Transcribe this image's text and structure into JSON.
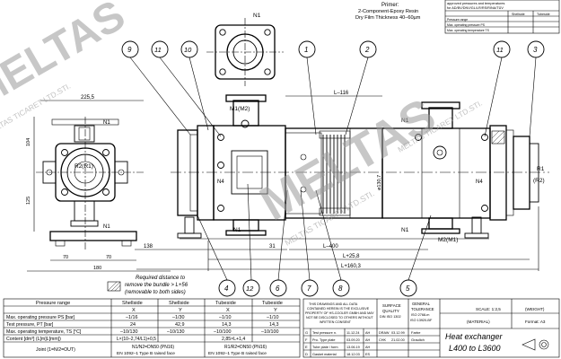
{
  "primer": {
    "title": "Primer:",
    "line1": "2-Component-Epoxy Resin",
    "line2": "Dry Film Thickness 40–60µm"
  },
  "approval_box": {
    "line1": "approved pressures and temperatures",
    "line2": "for AD/BV/DNV/GL/LR/RS/RINA/TÜV",
    "header_cols": [
      "",
      "Shellside",
      "Tubeside"
    ],
    "rows": [
      {
        "label": "Pressure range",
        "shell": "",
        "tube": ""
      },
      {
        "label": "Max. operating pressure PS",
        "shell": "",
        "tube": ""
      },
      {
        "label": "Max. operating temperature TS",
        "shell": "",
        "tube": ""
      }
    ]
  },
  "balloons": [
    "1",
    "2",
    "3",
    "4",
    "5",
    "6",
    "7",
    "8",
    "9",
    "10",
    "11",
    "11",
    "12"
  ],
  "labels": {
    "n1_top": "N1",
    "n1_left": "N1",
    "n1_left_bottom": "N1",
    "n1_mid_bottom": "N1",
    "n1_right_top": "N1",
    "n1_right_bottom": "N1",
    "m1m2": "M1(M2)",
    "m2m1": "M2(M1)",
    "r2r1": "R2(R1)",
    "r1": "R1",
    "r2": "(R2)",
    "n4_left": "N4",
    "n4_right": "N4",
    "diameter": "ø130,7"
  },
  "dimensions": {
    "d225": "225,5",
    "d104": "104",
    "d125": "125",
    "d70a": "70",
    "d70b": "70",
    "d180": "180",
    "d138": "138",
    "d31": "31",
    "l116": "L–116",
    "l400": "L–400",
    "l258": "L+25,8",
    "l1603": "L+160,3"
  },
  "removal_note": {
    "line1": "Required distance to",
    "line2": "remove the bundle > L+56",
    "line3": "(removable to both sides)"
  },
  "spec_table": {
    "header": [
      "Pressure range",
      "Shellside",
      "Shellside",
      "Tubeside",
      "Tubeside"
    ],
    "subheader": [
      "",
      "X",
      "Y",
      "X",
      "Y"
    ],
    "rows": [
      [
        "Max. operating pressure PS [bar]",
        "–1/16",
        "–1/30",
        "–1/10",
        "–1/10"
      ],
      [
        "Test pressure, PT [bar]",
        "24",
        "42,9",
        "14,3",
        "14,3"
      ],
      [
        "Max. operating temperature, TS [°C]",
        "–10/130",
        "–10/130",
        "–10/100",
        "–10/100"
      ],
      [
        "Content [dm³] (L[m]L[mm])",
        "L×(10–2,74/L1)+0,5",
        "L×(10–2,74/L1)+0,5",
        "2,85×L+1,4",
        "2,85×L+1,4"
      ]
    ],
    "joint_row": {
      "label": "Joint (1=N/2=OUT)",
      "shell": "N1/N2=DN50 (PN16)",
      "shell2": "EN 1092–1 Type B raised face",
      "tube": "R1/R2=DN50 (PN16)",
      "tube2": "EN 1092–1 Type B raised face"
    }
  },
  "confidential": [
    "THIS DRAWINGS AND ALL DATA",
    "CONTAINED HEREIN IS THE EXCLUSIVE",
    "PROPERTY OF HS-COOLER GMBH AND MAY",
    "NOT BE DISCLOSED TO OTHERS WITHOUT",
    "WRITTEN CONSENT"
  ],
  "revisions": [
    {
      "rev": "G",
      "text": "Test pressure n.",
      "date": "11.12.24",
      "by": "AH"
    },
    {
      "rev": "F",
      "text": "Pro. Type plate",
      "date": "03.09.20",
      "by": "AH"
    },
    {
      "rev": "E",
      "text": "Tube plate / form",
      "date": "13.06.19",
      "by": "AH"
    },
    {
      "rev": "D",
      "text": "Gasket material",
      "date": "18.12.03",
      "by": "ES"
    }
  ],
  "drawn": {
    "label": "DRAW",
    "date": "03.12.99",
    "name": ""
  },
  "checked": {
    "label": "CHK",
    "date": "21.02.00",
    "name": ""
  },
  "surface": {
    "title": "SURFACE",
    "sub1": "QUALITY",
    "sub2": "DIN ISO 1302"
  },
  "tolerance": {
    "title": "GENERAL",
    "sub1": "TOLERANCE",
    "sub2": "ISO 2768-m",
    "sub3": "ISO 13920-BF"
  },
  "farbe": {
    "label": "Farbe",
    "value": "Graulich"
  },
  "material": "(MATERIAL)",
  "scale": "SCALE: 1:2,5",
  "weight": "(WEIGHT)",
  "format": "Format: A3",
  "title_main": "Heat exchanger",
  "title_sub": "L400 to L3600",
  "watermark": {
    "main": "MELTAS",
    "sub": "MELTAS TICARET LTD.STI."
  }
}
